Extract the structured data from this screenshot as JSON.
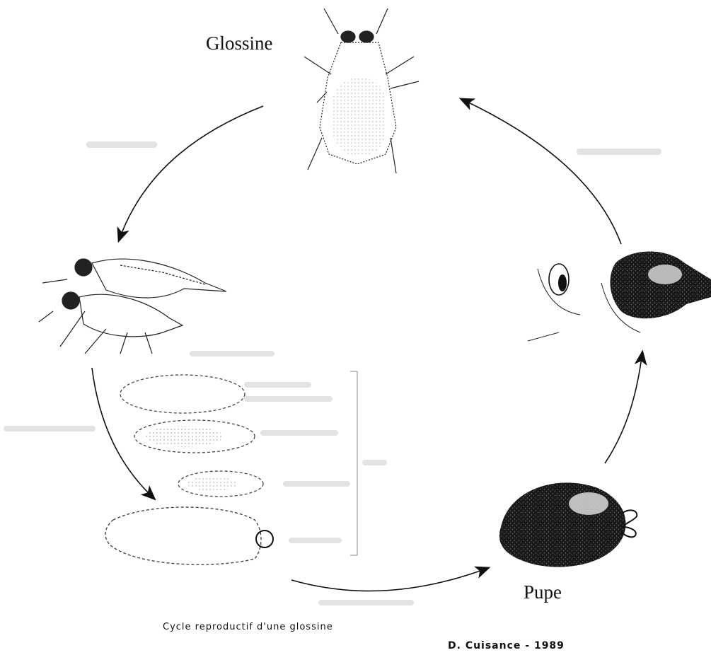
{
  "diagram": {
    "labels": {
      "glossine": "Glossine",
      "pupe": "Pupe",
      "caption": "Cycle reproductif d'une glossine",
      "credit": "D. Cuisance - 1989"
    },
    "stages": [
      {
        "id": "adult",
        "icon": "tsetse-fly-icon"
      },
      {
        "id": "mating",
        "icon": "mating-flies-icon"
      },
      {
        "id": "egg",
        "icon": "egg-icon"
      },
      {
        "id": "larva-stages",
        "icon": "larva-icon"
      },
      {
        "id": "pupa",
        "icon": "pupa-icon"
      },
      {
        "id": "emergence",
        "icon": "emerging-fly-icon"
      }
    ],
    "colors": {
      "ink": "#111111",
      "faint_text": "#d9d9d9"
    }
  }
}
